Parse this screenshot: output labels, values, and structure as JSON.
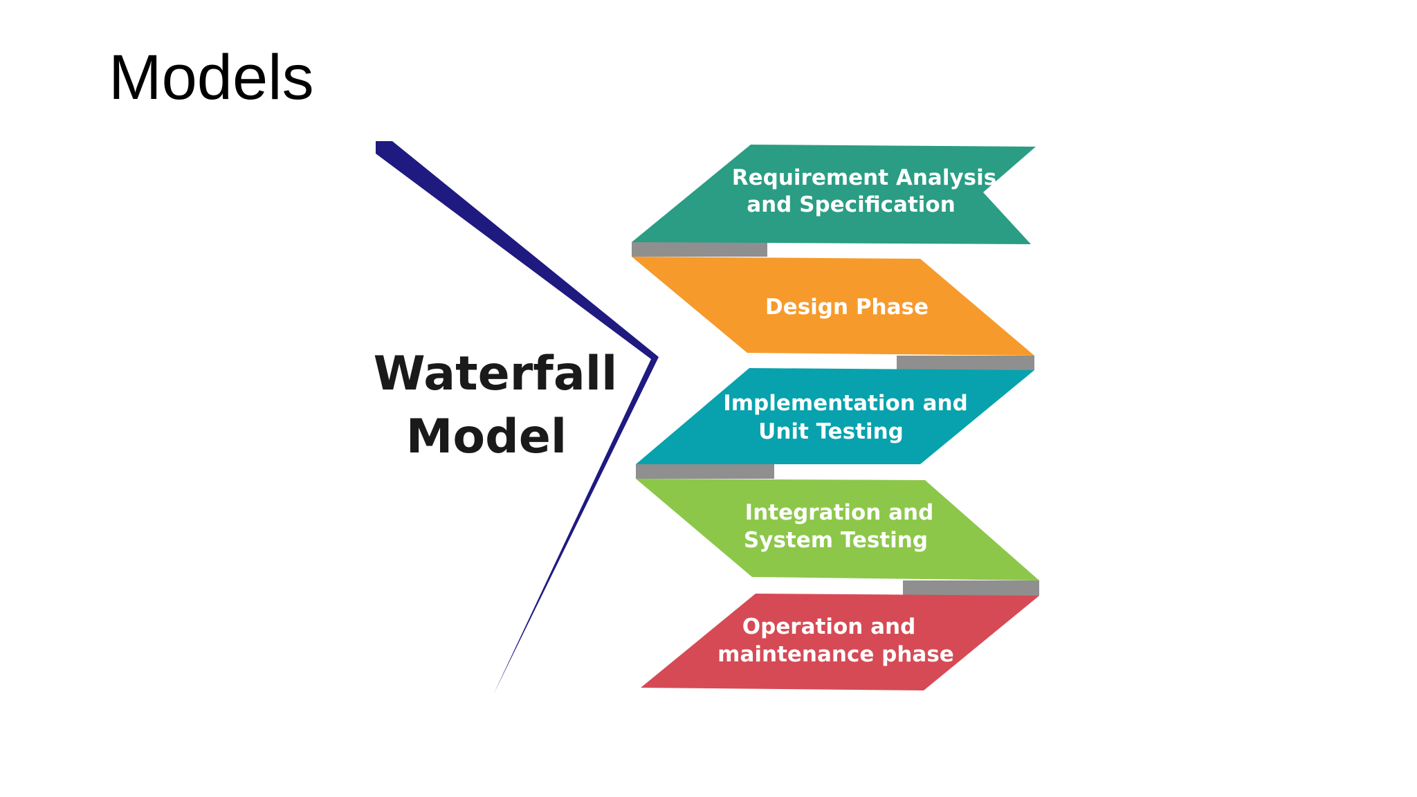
{
  "slide": {
    "title": "Models"
  },
  "diagram": {
    "heading": [
      "Waterfall",
      "Model"
    ],
    "line_color": "#1f1a80",
    "connector_color": "#8f8f8f",
    "steps": [
      {
        "lines": [
          "Requirement Analysis",
          "and Specification"
        ],
        "color": "#2a9d84"
      },
      {
        "lines": [
          "Design Phase"
        ],
        "color": "#f79a2c"
      },
      {
        "lines": [
          "Implementation and",
          "Unit Testing"
        ],
        "color": "#07a2ad"
      },
      {
        "lines": [
          "Integration and",
          "System Testing"
        ],
        "color": "#8cc74a"
      },
      {
        "lines": [
          "Operation and",
          "maintenance phase"
        ],
        "color": "#d64a55"
      }
    ]
  }
}
